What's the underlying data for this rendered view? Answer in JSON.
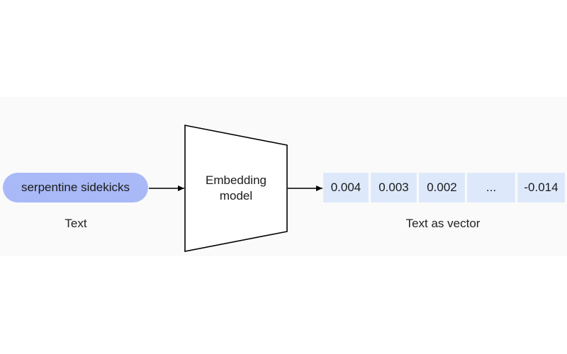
{
  "input": {
    "text": "serpentine sidekicks",
    "caption": "Text"
  },
  "model": {
    "line1": "Embedding",
    "line2": "model"
  },
  "output": {
    "values": [
      "0.004",
      "0.003",
      "0.002",
      "...",
      "-0.014"
    ],
    "caption": "Text as vector"
  },
  "colors": {
    "pill": "#a9b9f7",
    "vector_cell": "#dde9fb",
    "panel": "#fafafa",
    "stroke": "#000000"
  }
}
